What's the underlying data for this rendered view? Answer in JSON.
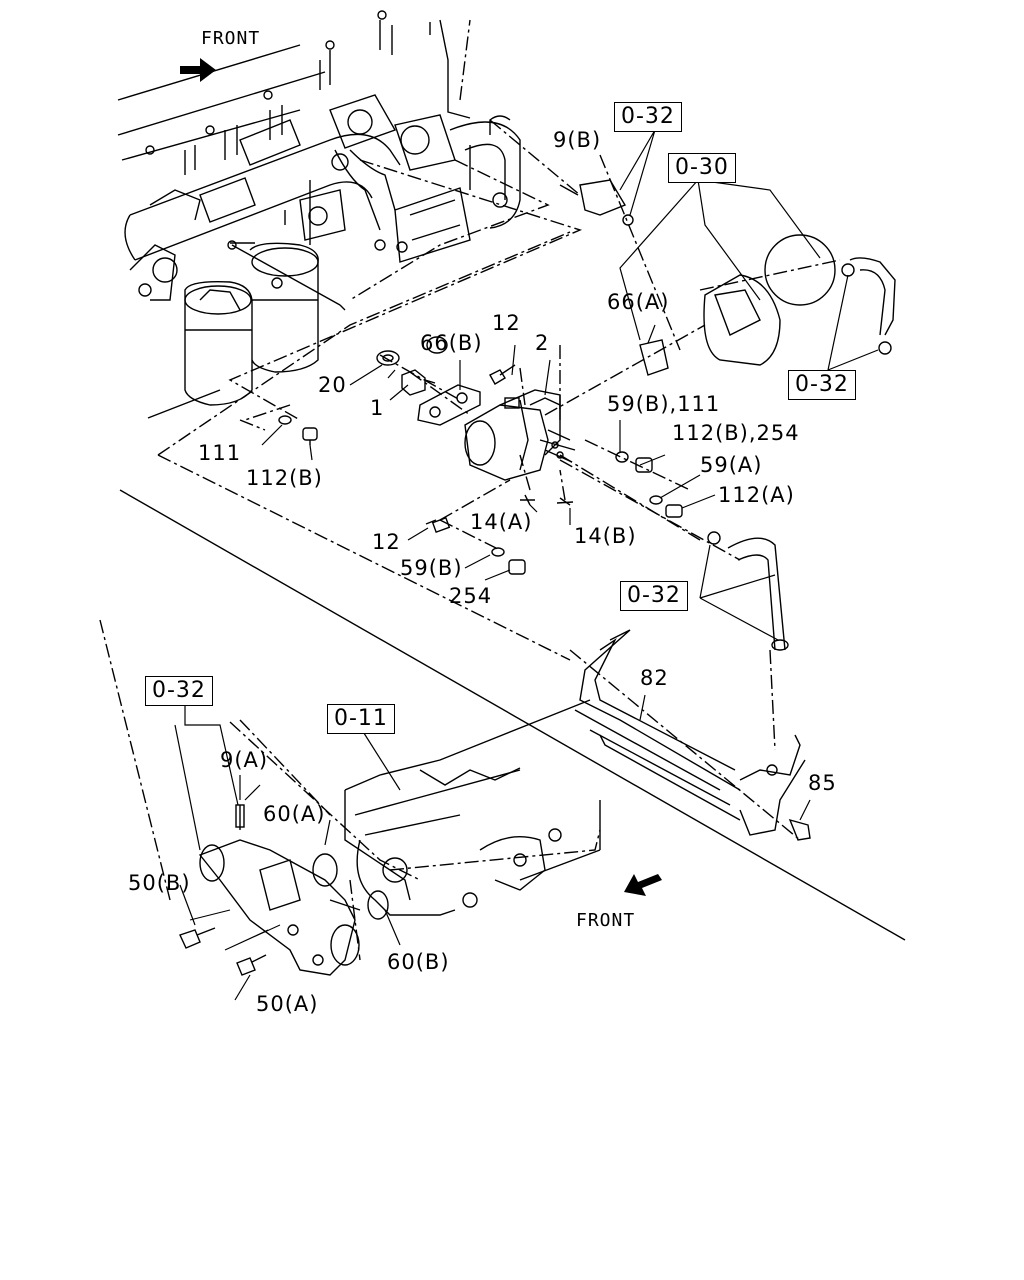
{
  "front_labels": {
    "top": "FRONT",
    "bottom": "FRONT"
  },
  "ref_boxes": {
    "b032_top": "0-32",
    "b030": "0-30",
    "b032_right": "0-32",
    "b032_mid": "0-32",
    "b032_left": "0-32",
    "b011": "0-11"
  },
  "part_labels": {
    "p9b": "9(B)",
    "p66a": "66(A)",
    "p12_top": "12",
    "p2": "2",
    "p66b": "66(B)",
    "p20": "20",
    "p1": "1",
    "p59b_111": "59(B),111",
    "p112b_254": "112(B),254",
    "p59a": "59(A)",
    "p112a": "112(A)",
    "p111": "111",
    "p112b": "112(B)",
    "p14a": "14(A)",
    "p14b": "14(B)",
    "p12_low": "12",
    "p59b": "59(B)",
    "p254": "254",
    "p82": "82",
    "p85": "85",
    "p9a": "9(A)",
    "p60a": "60(A)",
    "p50b": "50(B)",
    "p60b": "60(B)",
    "p50a": "50(A)"
  }
}
